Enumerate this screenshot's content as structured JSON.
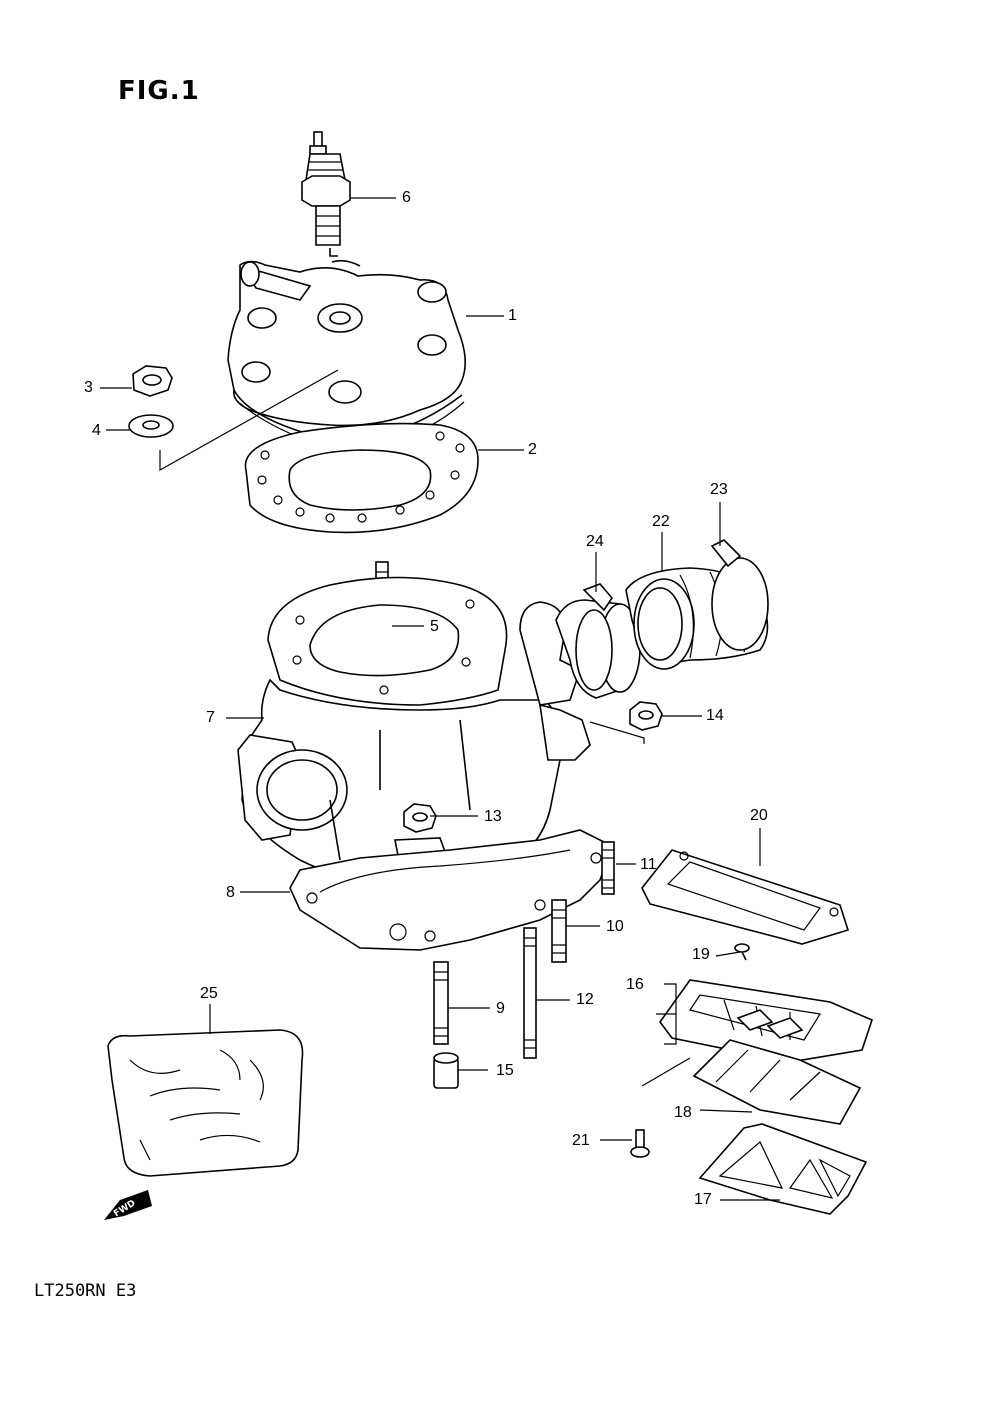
{
  "figure": {
    "title": "FIG.1",
    "model_code": "LT250RN E3",
    "fwd_label": "FWD"
  },
  "parts": [
    {
      "ref": "1",
      "part": "cylinder-head"
    },
    {
      "ref": "2",
      "part": "cylinder-head-gasket"
    },
    {
      "ref": "3",
      "part": "head-nut"
    },
    {
      "ref": "4",
      "part": "washer"
    },
    {
      "ref": "5",
      "part": "head-stud"
    },
    {
      "ref": "6",
      "part": "spark-plug"
    },
    {
      "ref": "7",
      "part": "cylinder"
    },
    {
      "ref": "8",
      "part": "cylinder-base-gasket"
    },
    {
      "ref": "9",
      "part": "stud"
    },
    {
      "ref": "10",
      "part": "stud"
    },
    {
      "ref": "11",
      "part": "stud"
    },
    {
      "ref": "12",
      "part": "stud-long"
    },
    {
      "ref": "13",
      "part": "cylinder-nut"
    },
    {
      "ref": "14",
      "part": "nut"
    },
    {
      "ref": "15",
      "part": "dowel-pin"
    },
    {
      "ref": "16",
      "part": "reed-valve-assembly"
    },
    {
      "ref": "17",
      "part": "reed-stopper"
    },
    {
      "ref": "18",
      "part": "reed-valve"
    },
    {
      "ref": "19",
      "part": "screw"
    },
    {
      "ref": "20",
      "part": "reed-valve-gasket"
    },
    {
      "ref": "21",
      "part": "screw"
    },
    {
      "ref": "22",
      "part": "intake-pipe"
    },
    {
      "ref": "23",
      "part": "clamp"
    },
    {
      "ref": "24",
      "part": "clamp"
    },
    {
      "ref": "25",
      "part": "cylinder-protector"
    }
  ]
}
